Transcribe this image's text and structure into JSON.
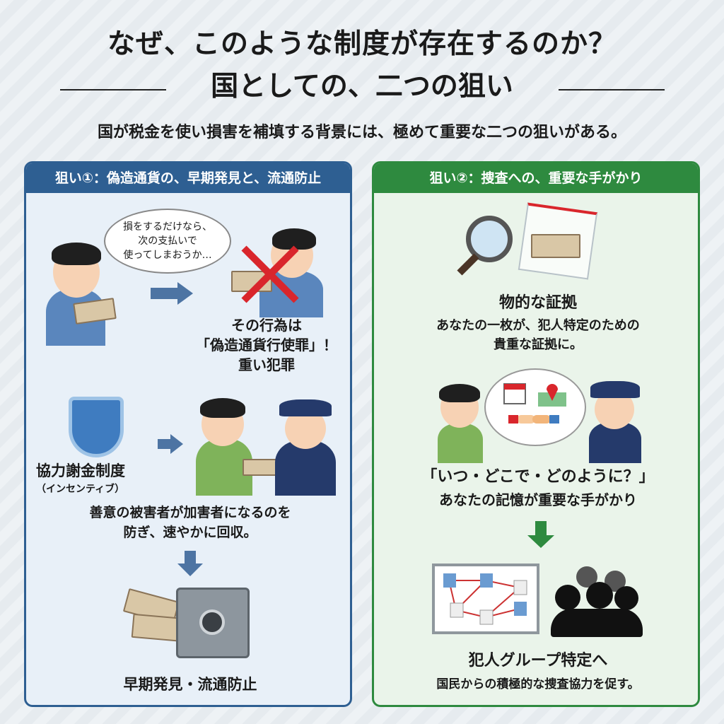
{
  "header": {
    "title_line1": "なぜ、このような制度が存在するのか？",
    "title_line2": "国としての、二つの狙い",
    "subtitle": "国が税金を使い損害を補填する背景には、極めて重要な二つの狙いがある。"
  },
  "left": {
    "heading": "狙い①：偽造通貨の、早期発見と、流通防止",
    "thought": [
      "損をするだけなら、",
      "次の支払いで",
      "使ってしまおうか…"
    ],
    "crime": [
      "その行為は",
      "「偽造通貨行使罪」！",
      "重い犯罪"
    ],
    "system_name": "協力謝金制度",
    "system_sub": "（インセンティブ）",
    "desc": [
      "善意の被害者が加害者になるのを",
      "防ぎ、速やかに回収。"
    ],
    "result": "早期発見・流通防止"
  },
  "right": {
    "heading": "狙い②：捜査への、重要な手がかり",
    "evidence_title": "物的な証拠",
    "evidence_desc": [
      "あなたの一枚が、犯人特定のための",
      "貴重な証拠に。"
    ],
    "memory_title": "「いつ・どこで・どのように？」",
    "memory_desc": "あなたの記憶が重要な手がかり",
    "result_title": "犯人グループ特定へ",
    "result_desc": "国民からの積極的な捜査協力を促す。"
  },
  "colors": {
    "blue": "#2e5f92",
    "green": "#2e8a3f",
    "red": "#d9262c"
  }
}
